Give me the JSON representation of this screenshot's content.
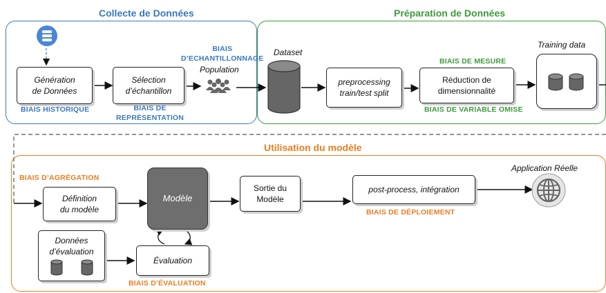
{
  "sections": {
    "collecte": {
      "title": "Collecte de Données",
      "color": "#3a78c0"
    },
    "preparation": {
      "title": "Préparation de Données",
      "color": "#3e9a3a"
    },
    "utilisation": {
      "title": "Utilisation du modèle",
      "color": "#ee7d21"
    }
  },
  "boxes": {
    "generation": [
      "Génération",
      "de Données"
    ],
    "selection": [
      "Sélection",
      "d’échantillon"
    ],
    "preprocessing": [
      "preprocessing",
      "train/test split"
    ],
    "reduction": [
      "Réduction de",
      "dimensionnalité"
    ],
    "definition": [
      "Définition",
      "du modèle"
    ],
    "modele": "Modèle",
    "sortie": [
      "Sortie du",
      "Modèle"
    ],
    "postprocess": "post-process, intégration",
    "donnees_eval": [
      "Données",
      "d’évaluation"
    ],
    "evaluation": "Évaluation"
  },
  "labels": {
    "population": "Population",
    "dataset": "Dataset",
    "training_data": "Training data",
    "application": "Application Réelle"
  },
  "biases": {
    "historique": "BIAIS HISTORIQUE",
    "representation": [
      "BIAIS DE",
      "REPRÉSENTATION"
    ],
    "echantillonnage": [
      "BIAIS",
      "D’ECHANTILLONNAGE"
    ],
    "mesure": "BIAIS DE MESURE",
    "variable_omise": "BIAIS DE VARIABLE OMISE",
    "agregation": "BIAIS D’AGRÉGATION",
    "deploiement": "BIAIS DE DÉPLOIEMENT",
    "evaluation": "BIAIS D’ÉVALUATION"
  },
  "icons": {
    "database": "database-icon",
    "population": "people-group-icon",
    "globe": "globe-icon"
  }
}
